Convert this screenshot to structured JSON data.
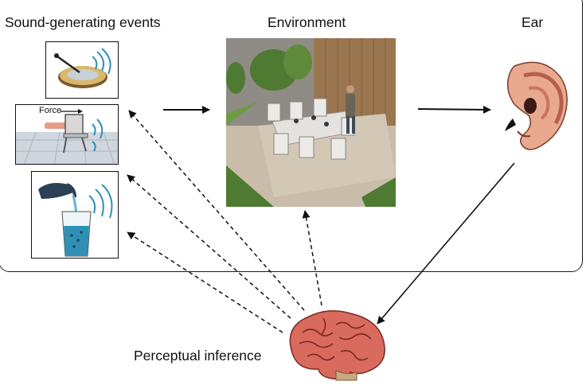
{
  "headings": {
    "sound_events": "Sound-generating events",
    "environment": "Environment",
    "ear": "Ear"
  },
  "inference_label": "Perceptual inference",
  "force_label": "Force",
  "colors": {
    "frame": "#1a1a1a",
    "arrow": "#111111",
    "water_blue": "#2f8fb5",
    "brain_pink": "#d86a5e",
    "ear_skin": "#e9a98f",
    "paving": "#c9bcaa",
    "grass": "#4f7a32"
  }
}
